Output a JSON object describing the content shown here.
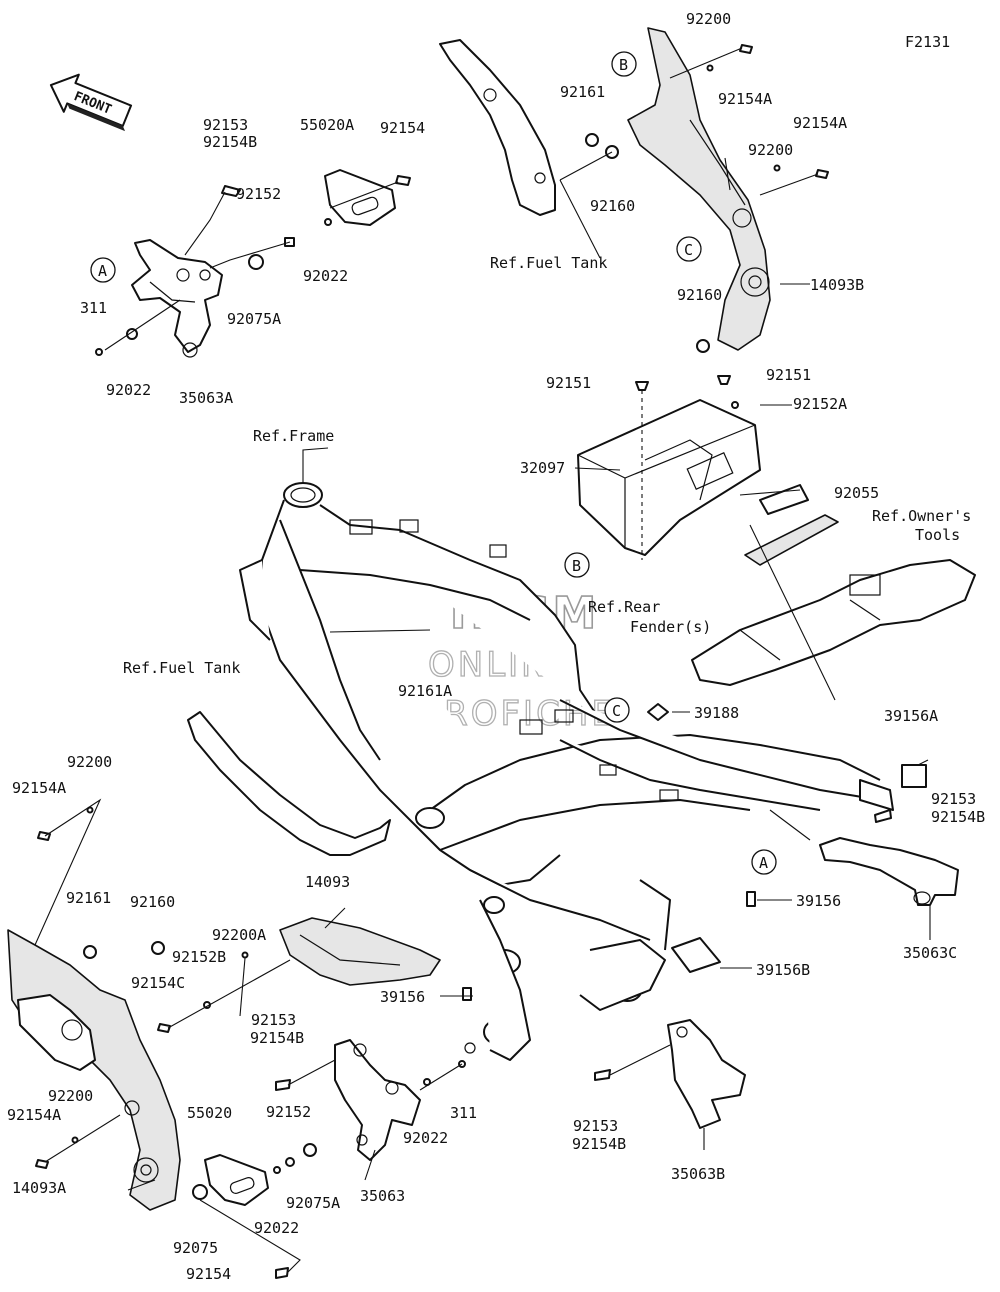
{
  "figure_code": "F2131",
  "front_label": "FRONT",
  "watermark": {
    "line1": "HLSM",
    "line2": "ONLINE",
    "line3": "MICROFICHE"
  },
  "reference_labels": {
    "frame": "Ref.Frame",
    "fuel_tank_top": "Ref.Fuel Tank",
    "fuel_tank_left": "Ref.Fuel Tank",
    "rear_fender_line1": "Ref.Rear",
    "rear_fender_line2": "Fender(s)",
    "owners_tools_line1": "Ref.Owner's",
    "owners_tools_line2": "Tools"
  },
  "callouts": {
    "a1": "A",
    "a2": "A",
    "b1": "B",
    "b2": "B",
    "c1": "C",
    "c2": "C"
  },
  "part_numbers": {
    "p92153_tl": "92153",
    "p92154B_tl": "92154B",
    "p55020A": "55020A",
    "p92154_tl": "92154",
    "p92152_tl": "92152",
    "p92022_tl": "92022",
    "p311_tl": "311",
    "p92075A_tl": "92075A",
    "p92022_tl2": "92022",
    "p35063A": "35063A",
    "p92200_top": "92200",
    "p92161_top": "92161",
    "p92154A_top": "92154A",
    "p92154A_top2": "92154A",
    "p92200_top2": "92200",
    "p92160_top": "92160",
    "p92160_top2": "92160",
    "p14093B": "14093B",
    "p92151_a": "92151",
    "p92151_b": "92151",
    "p92152A": "92152A",
    "p32097": "32097",
    "p92055": "92055",
    "p92161A": "92161A",
    "p39188": "39188",
    "p39156A": "39156A",
    "p92153_r": "92153",
    "p92154B_r": "92154B",
    "p39156_r": "39156",
    "p35063C": "35063C",
    "p39156B": "39156B",
    "p39156_c": "39156",
    "p92200_l": "92200",
    "p92154A_l": "92154A",
    "p92161_l": "92161",
    "p92160_l": "92160",
    "p92200A": "92200A",
    "p92152B": "92152B",
    "p92154C": "92154C",
    "p14093": "14093",
    "p92153_b": "92153",
    "p92154B_b": "92154B",
    "p92200_bl": "92200",
    "p92154A_bl": "92154A",
    "p14093A": "14093A",
    "p55020": "55020",
    "p92152_b": "92152",
    "p92022_b": "92022",
    "p92075A_b": "92075A",
    "p92022_b2": "92022",
    "p311_b": "311",
    "p35063": "35063",
    "p92075": "92075",
    "p92154_b": "92154",
    "p92153_br": "92153",
    "p92154B_br": "92154B",
    "p35063B": "35063B"
  }
}
